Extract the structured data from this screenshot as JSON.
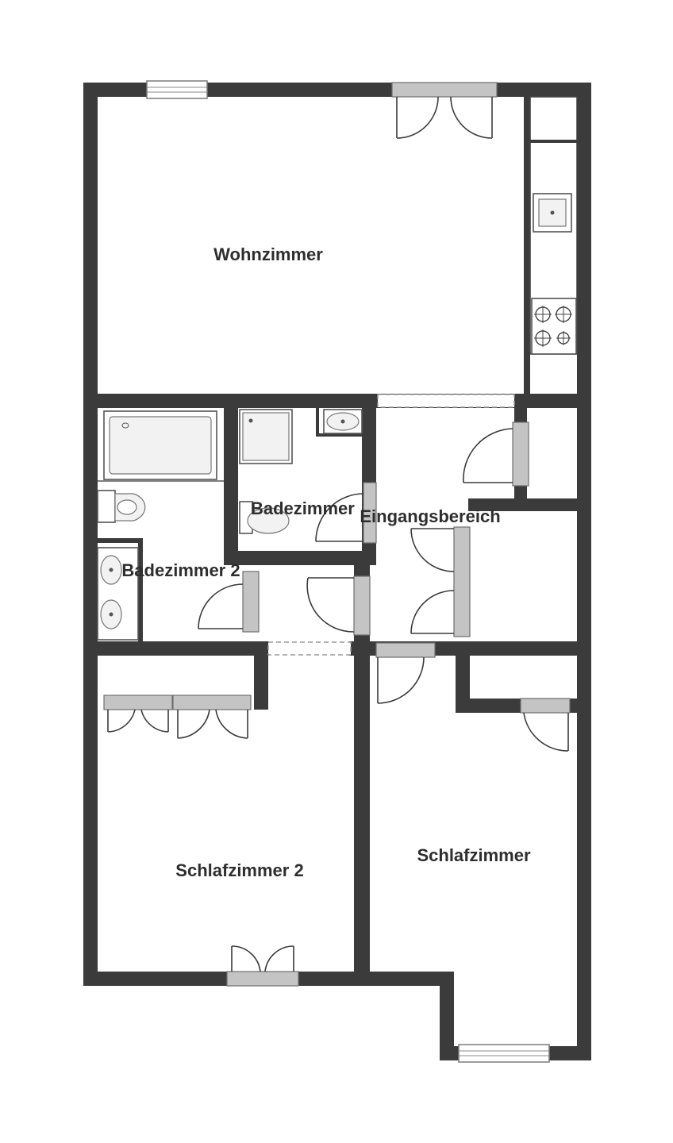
{
  "floorplan": {
    "rooms": [
      {
        "id": "wohnzimmer",
        "label": "Wohnzimmer"
      },
      {
        "id": "badezimmer",
        "label": "Badezimmer"
      },
      {
        "id": "eingangsbereich",
        "label": "Eingangsbereich"
      },
      {
        "id": "badezimmer-2",
        "label": "Badezimmer 2"
      },
      {
        "id": "schlafzimmer-2",
        "label": "Schlafzimmer 2"
      },
      {
        "id": "schlafzimmer",
        "label": "Schlafzimmer"
      }
    ],
    "colors": {
      "wall": "#3b3b3b",
      "door_slab": "#c4c4c4",
      "label": "#2e2e2e",
      "background": "#ffffff"
    }
  }
}
